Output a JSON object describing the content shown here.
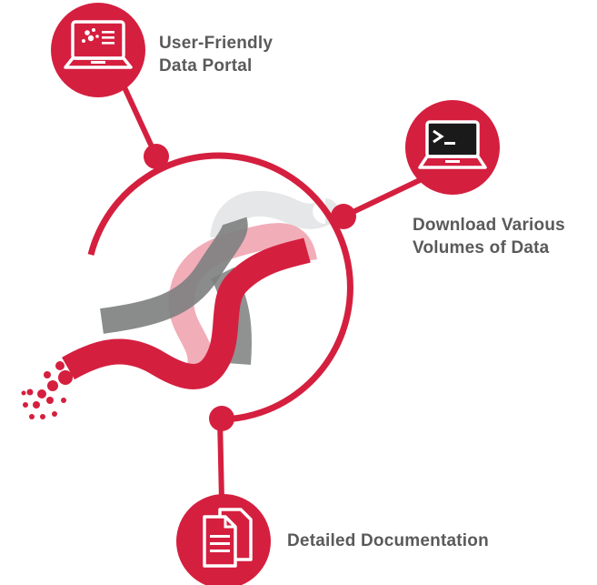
{
  "colors": {
    "accent": "#d51f3f",
    "gray": "#7d7f7f",
    "light_gray": "#e6e7e8",
    "pink": "#ee9fac",
    "text": "#5a5a5a"
  },
  "features": [
    {
      "icon": "laptop-dashboard-icon",
      "lines": [
        "User-Friendly",
        "Data Portal"
      ]
    },
    {
      "icon": "laptop-terminal-icon",
      "lines": [
        "Download Various",
        "Volumes of Data"
      ]
    },
    {
      "icon": "documents-icon",
      "lines": [
        "Detailed Documentation"
      ]
    }
  ]
}
